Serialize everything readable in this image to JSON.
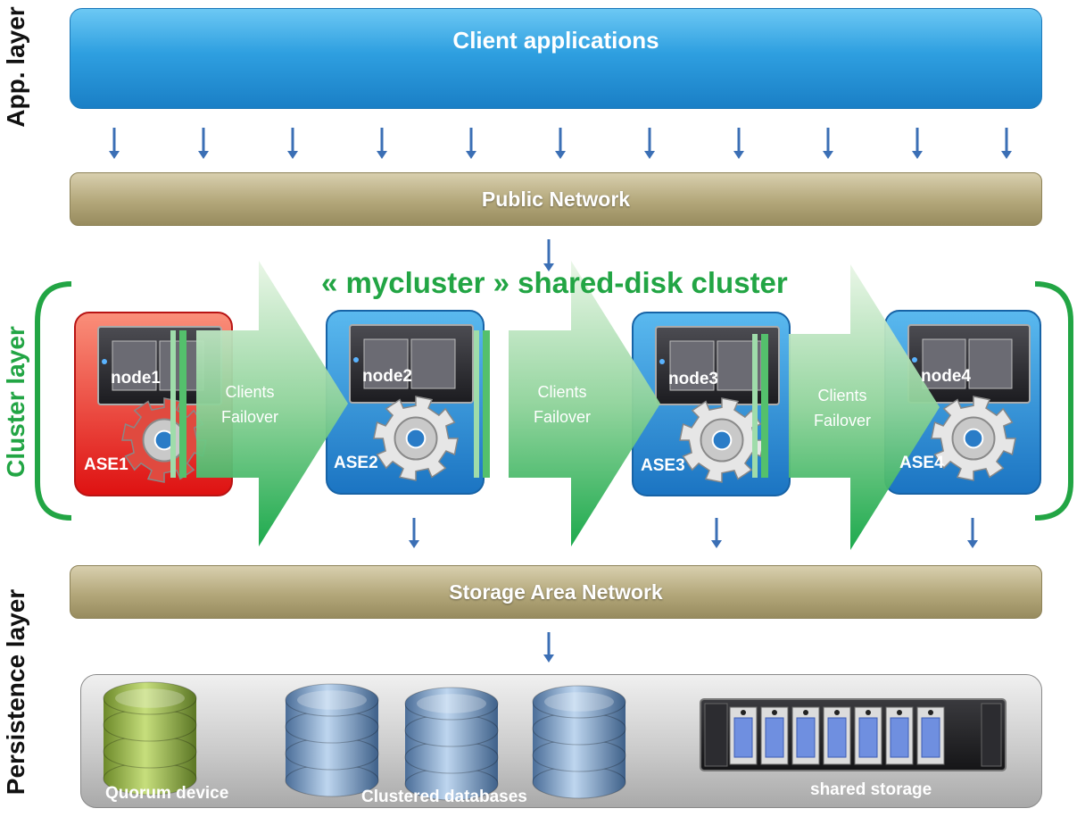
{
  "layers": {
    "app": "App. layer",
    "cluster": "Cluster layer",
    "persistence": "Persistence layer"
  },
  "client_bar": "Client applications",
  "public_network": "Public Network",
  "cluster_title": "« mycluster » shared-disk cluster",
  "nodes": [
    {
      "node": "node1",
      "ase": "ASE1"
    },
    {
      "node": "node2",
      "ase": "ASE2"
    },
    {
      "node": "node3",
      "ase": "ASE3"
    },
    {
      "node": "node4",
      "ase": "ASE4"
    }
  ],
  "failover": [
    "Clients\nFailover",
    "Clients\nFailover",
    "Clients\nFailover"
  ],
  "storage_network": "Storage Area Network",
  "storage": {
    "quorum": "Quorum device",
    "databases": "Clustered databases",
    "shared": "shared storage"
  },
  "colors": {
    "cluster_green": "#22a544",
    "failed_node": "#e53030",
    "active_node": "#2b8fd6",
    "arrow_blue": "#3b6fb5"
  }
}
